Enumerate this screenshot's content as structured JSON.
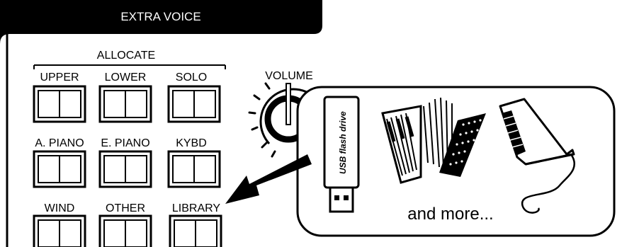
{
  "panel": {
    "header_title": "EXTRA VOICE",
    "allocate_label": "ALLOCATE",
    "volume_label": "VOLUME",
    "buttons": [
      {
        "label": "UPPER"
      },
      {
        "label": "LOWER"
      },
      {
        "label": "SOLO"
      },
      {
        "label": "A. PIANO"
      },
      {
        "label": "E. PIANO"
      },
      {
        "label": "KYBD"
      },
      {
        "label": "WIND"
      },
      {
        "label": "OTHER"
      },
      {
        "label": "LIBRARY"
      }
    ]
  },
  "callout": {
    "usb_label": "USB flash drive",
    "caption": "and more..."
  },
  "icons": [
    "usb-flash-drive-icon",
    "accordion-icon",
    "keyboard-icon",
    "arrow-icon"
  ],
  "colors": {
    "ink": "#000000",
    "paper": "#ffffff"
  }
}
